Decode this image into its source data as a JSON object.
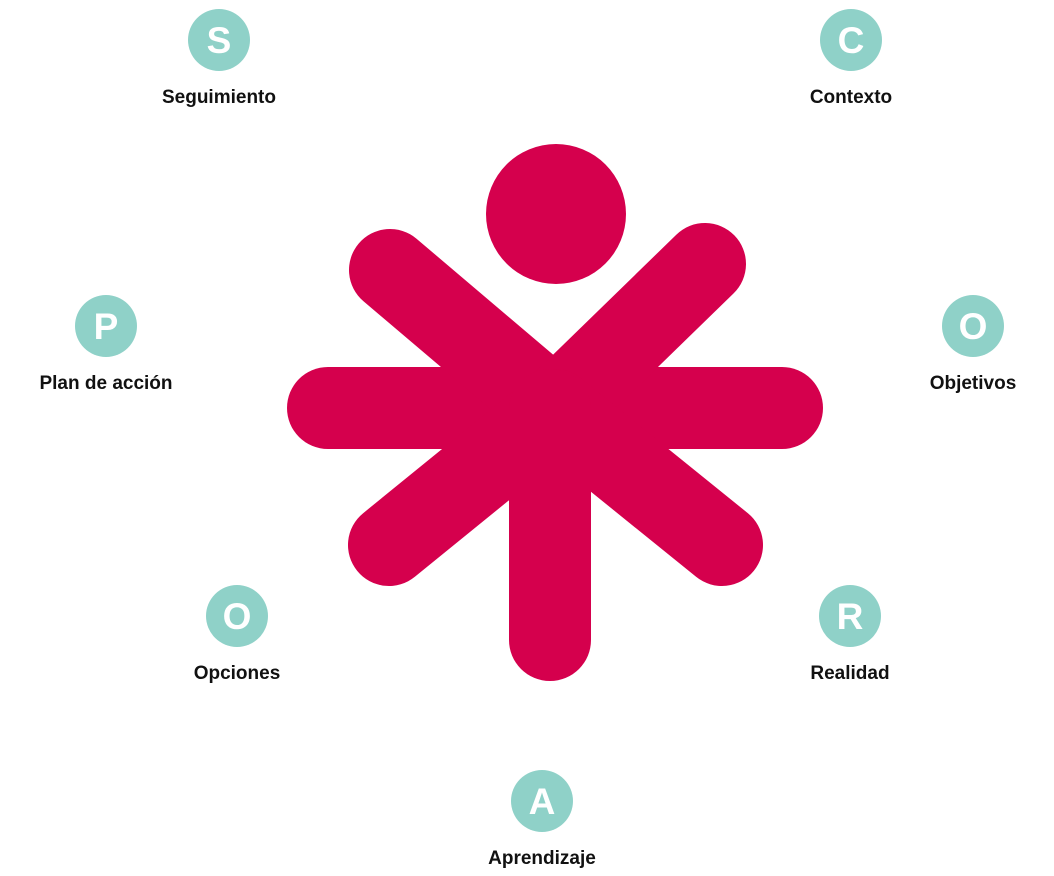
{
  "colors": {
    "badge": "#8fd1c8",
    "emblem": "#d5004d",
    "label": "#111111"
  },
  "emblem": {
    "shape": "person-asterisk-icon"
  },
  "nodes": {
    "seguimiento": {
      "letter": "S",
      "label": "Seguimiento"
    },
    "contexto": {
      "letter": "C",
      "label": "Contexto"
    },
    "plan": {
      "letter": "P",
      "label": "Plan de acción"
    },
    "objetivos": {
      "letter": "O",
      "label": "Objetivos"
    },
    "opciones": {
      "letter": "O",
      "label": "Opciones"
    },
    "realidad": {
      "letter": "R",
      "label": "Realidad"
    },
    "aprendizaje": {
      "letter": "A",
      "label": "Aprendizaje"
    }
  }
}
